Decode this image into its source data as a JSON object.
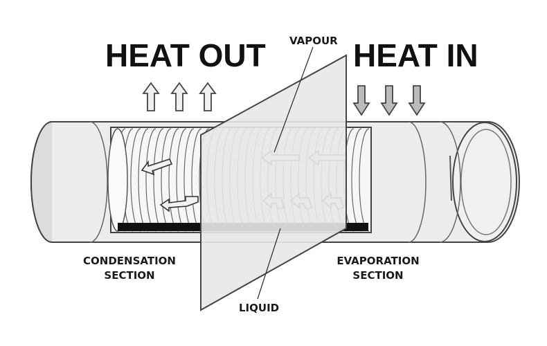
{
  "labels": {
    "heat_out": "HEAT OUT",
    "heat_in": "HEAT IN",
    "vapour": "VAPOUR",
    "liquid": "LIQUID",
    "condensation_line1": "CONDENSATION",
    "condensation_line2": "SECTION",
    "evaporation_line1": "EVAPORATION",
    "evaporation_line2": "SECTION"
  },
  "colors": {
    "background": "#ffffff",
    "tube_fill": "#ececec",
    "wick_fill": "#f4f4f4",
    "plane_fill": "#e8e8e8",
    "liquid_layer": "#111111",
    "arrow_fill": "#f2f2f2",
    "outline": "#444444"
  },
  "icons": {
    "heat_out_arrows": "up-arrow-icon",
    "heat_in_arrows": "down-arrow-icon",
    "vapour_flow": "left-arrow-icon"
  }
}
